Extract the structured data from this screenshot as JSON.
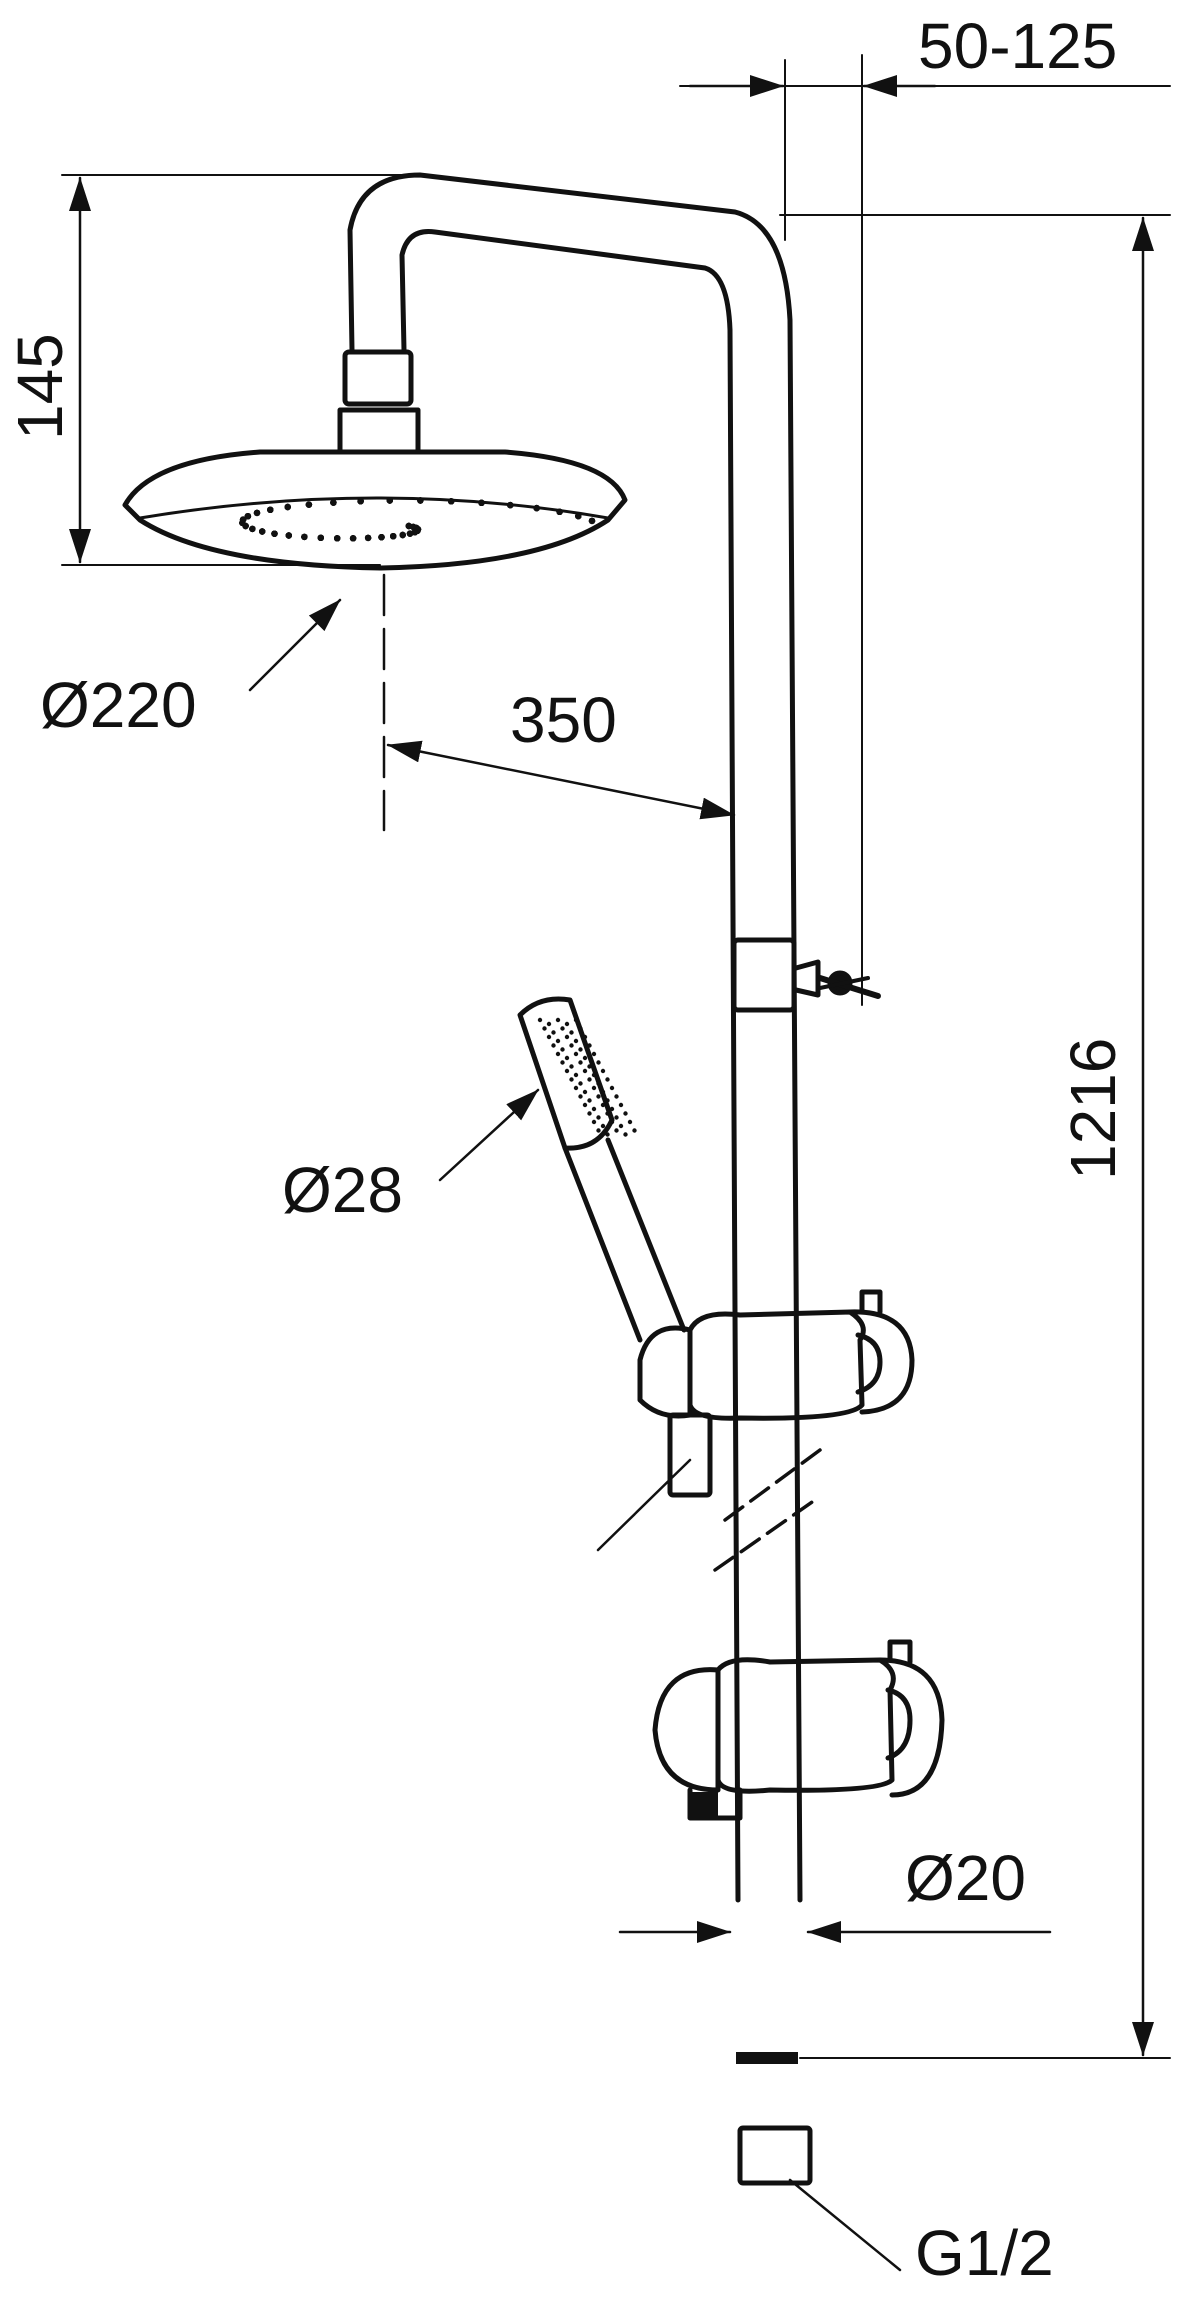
{
  "diagram": {
    "dimensions": {
      "arm_offset": "50-125",
      "head_height": "145",
      "head_diameter": "Ø220",
      "arm_projection": "350",
      "total_height": "1216",
      "handshower_diameter": "Ø28",
      "pipe_diameter": "Ø20",
      "connection_thread": "G1/2"
    },
    "colors": {
      "line": "#111111",
      "background": "#ffffff"
    }
  }
}
